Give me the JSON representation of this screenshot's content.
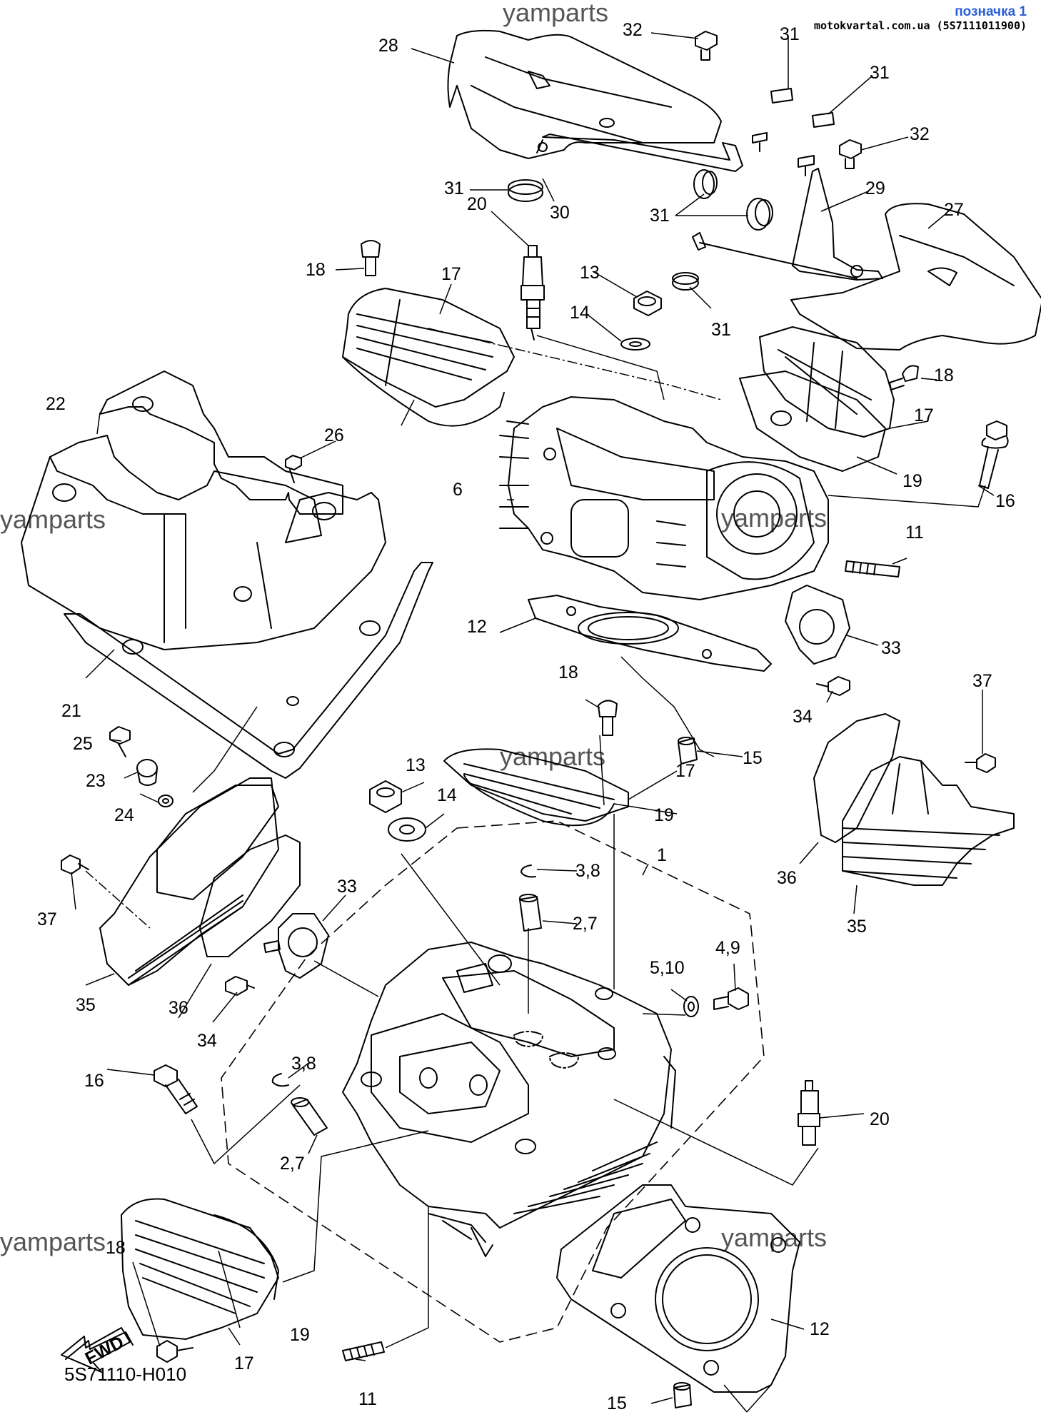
{
  "header": {
    "title": "позначка 1",
    "site": "motokvartal.com.ua (5S7111011900)"
  },
  "watermarks": [
    "yamparts",
    "yamparts",
    "yamparts",
    "yamparts",
    "yamparts",
    "yamparts"
  ],
  "diagram_code": "5S71110-H010",
  "fwd_label": "FWD",
  "callouts": [
    "28",
    "32",
    "31",
    "31",
    "32",
    "29",
    "27",
    "31",
    "30",
    "31",
    "20",
    "13",
    "14",
    "31",
    "18",
    "17",
    "22",
    "26",
    "18",
    "17",
    "6",
    "19",
    "16",
    "11",
    "12",
    "33",
    "21",
    "18",
    "25",
    "23",
    "24",
    "34",
    "37",
    "13",
    "14",
    "15",
    "17",
    "19",
    "1",
    "3,8",
    "2,7",
    "5,10",
    "4,9",
    "37",
    "33",
    "35",
    "36",
    "34",
    "16",
    "3,8",
    "2,7",
    "20",
    "36",
    "35",
    "18",
    "12",
    "19",
    "17",
    "11",
    "15"
  ]
}
